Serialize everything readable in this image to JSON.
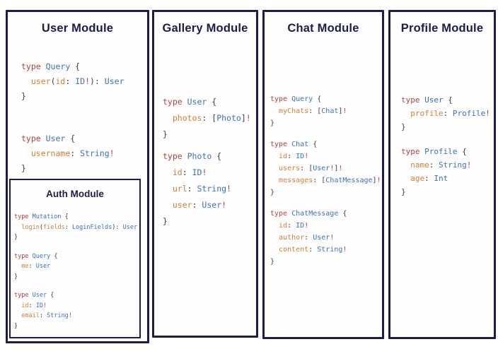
{
  "colors": {
    "panel_border": "#1c1c49",
    "heading": "#1c1c49",
    "keyword": "#b04240",
    "type_name": "#3d72b8",
    "field": "#d08136",
    "punctuation": "#3f3f3f",
    "non_null_bang": "#b04240",
    "background": "#ffffff"
  },
  "panels": [
    {
      "title": "User Module",
      "blocks": [
        [
          [
            [
              "type ",
              "kw"
            ],
            [
              "Query ",
              "ty"
            ],
            [
              "{",
              "pn"
            ]
          ],
          [
            [
              "  "
            ],
            [
              "user",
              "fd"
            ],
            [
              "(",
              "pn"
            ],
            [
              "id",
              "fd"
            ],
            [
              ": ",
              "pn"
            ],
            [
              "ID",
              "ty"
            ],
            [
              "!",
              "bg"
            ],
            [
              "): ",
              "pn"
            ],
            [
              "User",
              "ty"
            ]
          ],
          [
            [
              "}",
              "pn"
            ]
          ]
        ],
        [
          [
            [
              "type ",
              "kw"
            ],
            [
              "User ",
              "ty"
            ],
            [
              "{",
              "pn"
            ]
          ],
          [
            [
              "  "
            ],
            [
              "username",
              "fd"
            ],
            [
              ": ",
              "pn"
            ],
            [
              "String",
              "ty"
            ],
            [
              "!",
              "bg"
            ]
          ],
          [
            [
              "}",
              "pn"
            ]
          ]
        ]
      ],
      "sub_panel": {
        "title": "Auth Module",
        "blocks": [
          [
            [
              [
                "type ",
                "kw"
              ],
              [
                "Mutation ",
                "ty"
              ],
              [
                "{",
                "pn"
              ]
            ],
            [
              [
                "  "
              ],
              [
                "login",
                "fd"
              ],
              [
                "(",
                "pn"
              ],
              [
                "fields",
                "fd"
              ],
              [
                ": ",
                "pn"
              ],
              [
                "LoginFields",
                "ty"
              ],
              [
                "): ",
                "pn"
              ],
              [
                "User",
                "ty"
              ]
            ],
            [
              [
                "}",
                "pn"
              ]
            ]
          ],
          [
            [
              [
                "type ",
                "kw"
              ],
              [
                "Query ",
                "ty"
              ],
              [
                "{",
                "pn"
              ]
            ],
            [
              [
                "  "
              ],
              [
                "me",
                "fd"
              ],
              [
                ": ",
                "pn"
              ],
              [
                "User",
                "ty"
              ]
            ],
            [
              [
                "}",
                "pn"
              ]
            ]
          ],
          [
            [
              [
                "type ",
                "kw"
              ],
              [
                "User ",
                "ty"
              ],
              [
                "{",
                "pn"
              ]
            ],
            [
              [
                "  "
              ],
              [
                "id",
                "fd"
              ],
              [
                ": ",
                "pn"
              ],
              [
                "ID",
                "ty"
              ],
              [
                "!",
                "bg"
              ]
            ],
            [
              [
                "  "
              ],
              [
                "email",
                "fd"
              ],
              [
                ": ",
                "pn"
              ],
              [
                "String",
                "ty"
              ],
              [
                "!",
                "bg"
              ]
            ],
            [
              [
                "}",
                "pn"
              ]
            ]
          ]
        ]
      }
    },
    {
      "title": "Gallery Module",
      "blocks": [
        [
          [
            [
              "type ",
              "kw"
            ],
            [
              "User ",
              "ty"
            ],
            [
              "{",
              "pn"
            ]
          ],
          [
            [
              "  "
            ],
            [
              "photos",
              "fd"
            ],
            [
              ": ",
              "pn"
            ],
            [
              "[",
              "pn"
            ],
            [
              "Photo",
              "ty"
            ],
            [
              "]",
              "pn"
            ],
            [
              "!",
              "bg"
            ]
          ],
          [
            [
              "}",
              "pn"
            ]
          ]
        ],
        [
          [
            [
              "type ",
              "kw"
            ],
            [
              "Photo ",
              "ty"
            ],
            [
              "{",
              "pn"
            ]
          ],
          [
            [
              "  "
            ],
            [
              "id",
              "fd"
            ],
            [
              ": ",
              "pn"
            ],
            [
              "ID",
              "ty"
            ],
            [
              "!",
              "bg"
            ]
          ],
          [
            [
              "  "
            ],
            [
              "url",
              "fd"
            ],
            [
              ": ",
              "pn"
            ],
            [
              "String",
              "ty"
            ],
            [
              "!",
              "bg"
            ]
          ],
          [
            [
              "  "
            ],
            [
              "user",
              "fd"
            ],
            [
              ": ",
              "pn"
            ],
            [
              "User",
              "ty"
            ],
            [
              "!",
              "bg"
            ]
          ],
          [
            [
              "}",
              "pn"
            ]
          ]
        ]
      ]
    },
    {
      "title": "Chat Module",
      "blocks": [
        [
          [
            [
              "type ",
              "kw"
            ],
            [
              "Query ",
              "ty"
            ],
            [
              "{",
              "pn"
            ]
          ],
          [
            [
              "  "
            ],
            [
              "myChats",
              "fd"
            ],
            [
              ": ",
              "pn"
            ],
            [
              "[",
              "pn"
            ],
            [
              "Chat",
              "ty"
            ],
            [
              "]",
              "pn"
            ],
            [
              "!",
              "bg"
            ]
          ],
          [
            [
              "}",
              "pn"
            ]
          ]
        ],
        [
          [
            [
              "type ",
              "kw"
            ],
            [
              "Chat ",
              "ty"
            ],
            [
              "{",
              "pn"
            ]
          ],
          [
            [
              "  "
            ],
            [
              "id",
              "fd"
            ],
            [
              ": ",
              "pn"
            ],
            [
              "ID",
              "ty"
            ],
            [
              "!",
              "bg"
            ]
          ],
          [
            [
              "  "
            ],
            [
              "users",
              "fd"
            ],
            [
              ": ",
              "pn"
            ],
            [
              "[",
              "pn"
            ],
            [
              "User",
              "ty"
            ],
            [
              "!",
              "bg"
            ],
            [
              "]",
              "pn"
            ],
            [
              "!",
              "bg"
            ]
          ],
          [
            [
              "  "
            ],
            [
              "messages",
              "fd"
            ],
            [
              ": ",
              "pn"
            ],
            [
              "[",
              "pn"
            ],
            [
              "ChatMessage",
              "ty"
            ],
            [
              "]",
              "pn"
            ],
            [
              "!",
              "bg"
            ]
          ],
          [
            [
              "}",
              "pn"
            ]
          ]
        ],
        [
          [
            [
              "type ",
              "kw"
            ],
            [
              "ChatMessage ",
              "ty"
            ],
            [
              "{",
              "pn"
            ]
          ],
          [
            [
              "  "
            ],
            [
              "id",
              "fd"
            ],
            [
              ": ",
              "pn"
            ],
            [
              "ID",
              "ty"
            ],
            [
              "!",
              "bg"
            ]
          ],
          [
            [
              "  "
            ],
            [
              "author",
              "fd"
            ],
            [
              ": ",
              "pn"
            ],
            [
              "User",
              "ty"
            ],
            [
              "!",
              "bg"
            ]
          ],
          [
            [
              "  "
            ],
            [
              "content",
              "fd"
            ],
            [
              ": ",
              "pn"
            ],
            [
              "String",
              "ty"
            ],
            [
              "!",
              "bg"
            ]
          ],
          [
            [
              "}",
              "pn"
            ]
          ]
        ]
      ]
    },
    {
      "title": "Profile Module",
      "blocks": [
        [
          [
            [
              "type ",
              "kw"
            ],
            [
              "User ",
              "ty"
            ],
            [
              "{",
              "pn"
            ]
          ],
          [
            [
              "  "
            ],
            [
              "profile",
              "fd"
            ],
            [
              ": ",
              "pn"
            ],
            [
              "Profile",
              "ty"
            ],
            [
              "!",
              "bg"
            ]
          ],
          [
            [
              "}",
              "pn"
            ]
          ]
        ],
        [
          [
            [
              "type ",
              "kw"
            ],
            [
              "Profile ",
              "ty"
            ],
            [
              "{",
              "pn"
            ]
          ],
          [
            [
              "  "
            ],
            [
              "name",
              "fd"
            ],
            [
              ": ",
              "pn"
            ],
            [
              "String",
              "ty"
            ],
            [
              "!",
              "bg"
            ]
          ],
          [
            [
              "  "
            ],
            [
              "age",
              "fd"
            ],
            [
              ": ",
              "pn"
            ],
            [
              "Int",
              "ty"
            ]
          ],
          [
            [
              "}",
              "pn"
            ]
          ]
        ]
      ]
    }
  ]
}
